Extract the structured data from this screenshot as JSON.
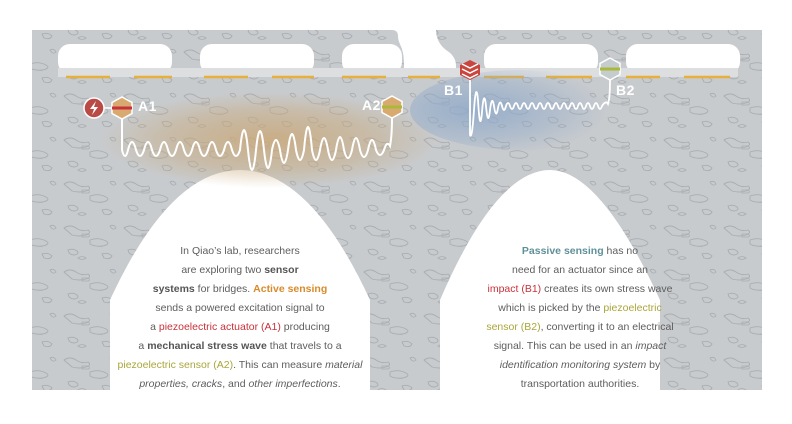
{
  "colors": {
    "concrete": "#c8cbce",
    "concrete_texture": "#a9adb1",
    "deck_strip": "#dcdee0",
    "rebar_dash": "#e5b03c",
    "active_glow": "#c9a879",
    "passive_glow": "#8fa9c9",
    "wave": "#ffffff",
    "actuator_red": "#b94a45",
    "hex_tan": "#d9aa70",
    "hex_gray": "#c5ccce",
    "impact_red": "#c9463f",
    "sensor_green": "#a9b93a"
  },
  "labels": {
    "a1": "A1",
    "a2": "A2",
    "b1": "B1",
    "b2": "B2"
  },
  "icons": {
    "actuator_power": "lightning-bolt-icon",
    "a1_hex": "piezo-actuator-hex-icon",
    "a2_hex": "piezo-sensor-hex-icon",
    "b1_impact": "impact-chevrons-icon",
    "b2_hex": "piezo-sensor-hex-icon"
  },
  "active_text": {
    "l1": "In Qiao’s lab, researchers",
    "l2a": "are exploring two ",
    "l2b": "sensor",
    "l3a": "systems",
    "l3b": " for bridges. ",
    "l3c": "Active sensing",
    "l4": "sends a powered excitation signal to",
    "l5a": "a ",
    "l5b": "piezoelectric actuator (A1)",
    "l5c": " producing",
    "l6a": "a ",
    "l6b": "mechanical stress wave",
    "l6c": " that travels to a",
    "l7a": "piezoelectric sensor (A2)",
    "l7b": ". This can measure ",
    "l7c": "material",
    "l8a": "properties, cracks",
    "l8b": ", and ",
    "l8c": "other imperfections",
    "l8d": "."
  },
  "passive_text": {
    "l1a": "Passive sensing",
    "l1b": " has no",
    "l2": "need for an actuator since an",
    "l3a": "impact (B1)",
    "l3b": " creates its own stress wave",
    "l4a": "which is picked by the ",
    "l4b": "piezoelectric",
    "l5a": "sensor (B2)",
    "l5b": ", converting it to an electrical",
    "l6a": "signal. This can be used in an ",
    "l6b": "impact",
    "l7a": "identification monitoring system",
    "l7b": " by",
    "l8": "transportation authorities."
  }
}
